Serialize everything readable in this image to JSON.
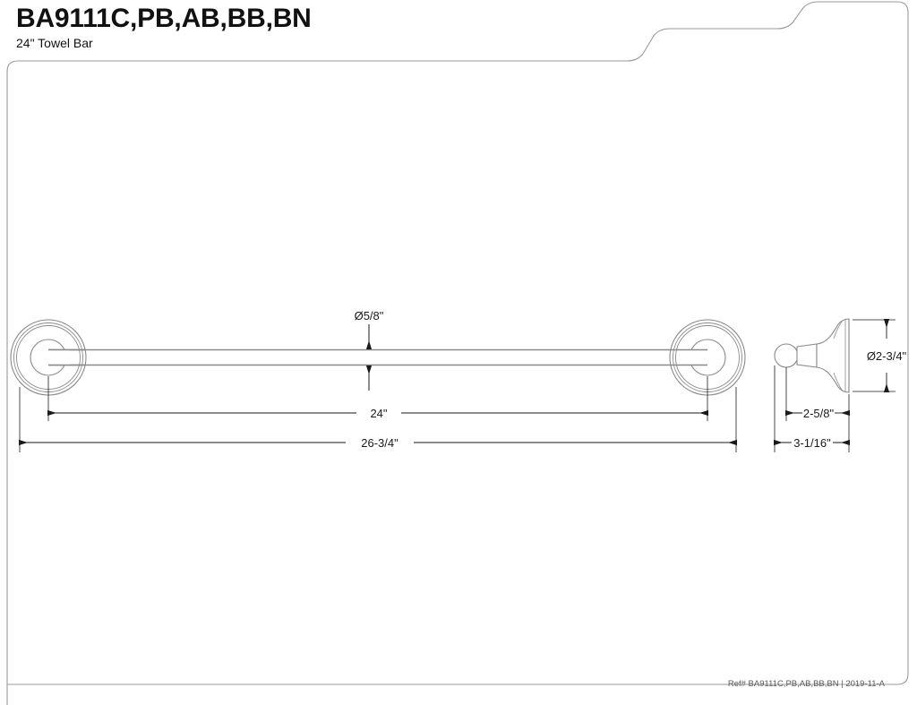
{
  "drawing": {
    "part_number": "BA9111C,PB,AB,BB,BN",
    "description": "24\" Towel Bar",
    "footer_reference": "Ref# BA9111C,PB,AB,BB,BN | 2019-11-A",
    "line_color": "#8a8a8a",
    "dimension_color": "#1a1a1a",
    "border_color": "#9a9a9a"
  },
  "front_view": {
    "name": "front-elevation",
    "dimensions": {
      "bar_diameter": "Ø5/8\"",
      "bar_length": "24\"",
      "overall_length": "26-3/4\""
    }
  },
  "side_view": {
    "name": "side-profile",
    "dimensions": {
      "flange_diameter": "Ø2-3/4\"",
      "flange_projection": "2-5/8\"",
      "overall_projection": "3-1/16\""
    }
  }
}
